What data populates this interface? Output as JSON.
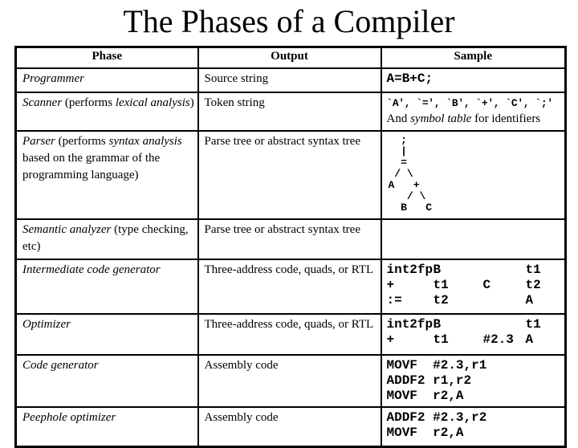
{
  "title": "The Phases of a Compiler",
  "table": {
    "headers": [
      "Phase",
      "Output",
      "Sample"
    ],
    "rows": [
      {
        "phase": {
          "name": "Programmer",
          "pre": "",
          "mid": "",
          "post": ""
        },
        "output": "Source string",
        "sample": {
          "code": [
            "A=B+C;"
          ]
        }
      },
      {
        "phase": {
          "name": "Scanner",
          "pre": " (performs ",
          "mid": "lexical analysis",
          "post": ")"
        },
        "output": "Token string",
        "sample": {
          "tokens": "`A', `=', `B', `+', `C', `;'",
          "note_pre": "And ",
          "note_italic": "symbol table",
          "note_post": " for identifiers"
        }
      },
      {
        "phase": {
          "name": "Parser",
          "pre": " (performs ",
          "mid": "syntax analysis",
          "post": " based on the grammar of the programming language)"
        },
        "output": "Parse tree or abstract syntax tree",
        "sample": {
          "tree": [
            "  ;",
            "  |",
            "  =",
            " / \\",
            "A   +",
            "   / \\",
            "  B   C"
          ]
        }
      },
      {
        "phase": {
          "name": "Semantic analyzer",
          "pre": "",
          "mid": "",
          "post": " (type checking,  etc)"
        },
        "output": "Parse tree or abstract syntax tree",
        "sample": {}
      },
      {
        "phase": {
          "name": "Intermediate code generator",
          "pre": "",
          "mid": "",
          "post": ""
        },
        "output": "Three-address code, quads, or RTL",
        "sample": {
          "quads": [
            [
              "int2fp",
              "B",
              "",
              "t1"
            ],
            [
              "+",
              "t1",
              "C",
              "t2"
            ],
            [
              ":=",
              "t2",
              "",
              "A"
            ]
          ]
        }
      },
      {
        "phase": {
          "name": "Optimizer",
          "pre": "",
          "mid": "",
          "post": ""
        },
        "output": "Three-address code, quads, or RTL",
        "sample": {
          "quads": [
            [
              "int2fp",
              "B",
              "",
              "t1"
            ],
            [
              "+",
              "t1",
              "#2.3",
              "A"
            ]
          ]
        }
      },
      {
        "phase": {
          "name": "Code generator",
          "pre": "",
          "mid": "",
          "post": ""
        },
        "output": "Assembly code",
        "sample": {
          "code": [
            "MOVF  #2.3,r1",
            "ADDF2 r1,r2",
            "MOVF  r2,A"
          ]
        }
      },
      {
        "phase": {
          "name": "Peephole optimizer",
          "pre": "",
          "mid": "",
          "post": ""
        },
        "output": "Assembly code",
        "sample": {
          "code": [
            "ADDF2 #2.3,r2",
            "MOVF  r2,A"
          ]
        }
      }
    ]
  }
}
